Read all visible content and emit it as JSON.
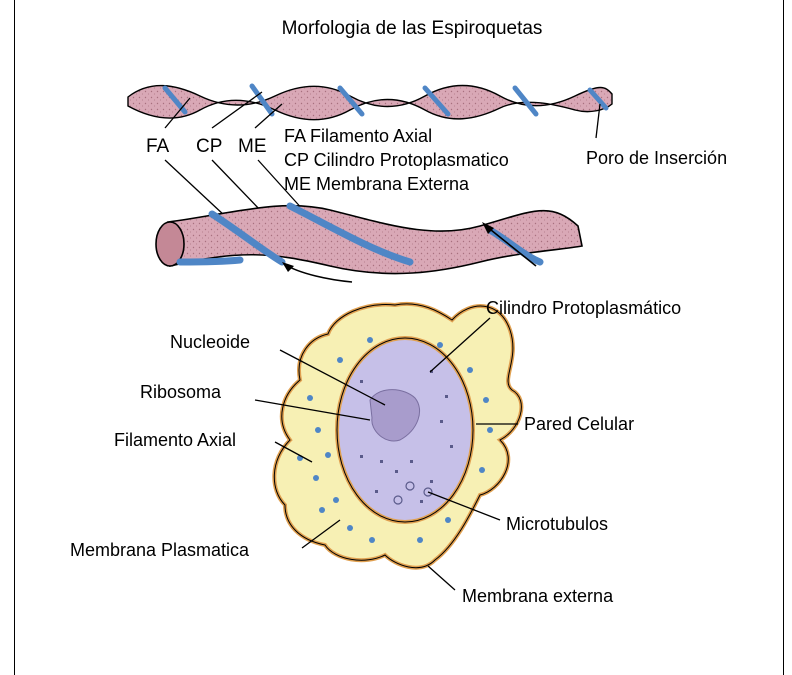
{
  "title": "Morfologia de las Espiroquetas",
  "top_labels": {
    "fa": "FA",
    "cp": "CP",
    "me": "ME",
    "legend_fa": "FA Filamento Axial",
    "legend_cp": "CP Cilindro Protoplasmatico",
    "legend_me": "ME Membrana Externa",
    "poro": "Poro de Inserción"
  },
  "section_labels": {
    "cilindro": "Cilindro Protoplasmático",
    "nucleoide": "Nucleoide",
    "ribosoma": "Ribosoma",
    "pared": "Pared Celular",
    "filamento": "Filamento Axial",
    "microtubulos": "Microtubulos",
    "plasmatica": "Membrana Plasmatica",
    "externa": "Membrana externa"
  },
  "colors": {
    "body_pink": "#d9a8b6",
    "body_pink_dark": "#a8707f",
    "filament_blue": "#4f86c6",
    "periplasm_yellow": "#f7f0b4",
    "outer_orange": "#e0a050",
    "cytoplasm_purple": "#c6c0e8"
  }
}
